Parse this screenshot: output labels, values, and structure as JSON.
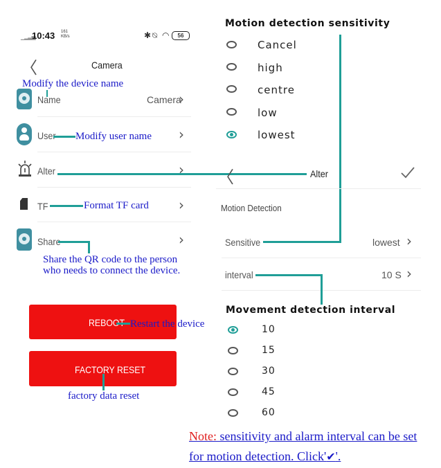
{
  "status_bar": {
    "time": "10:43",
    "net_speed_top": "161",
    "net_speed_bottom": "KB/s",
    "icons": [
      "bluetooth-icon",
      "mute-icon",
      "wifi-icon",
      "battery-icon"
    ],
    "battery": "56"
  },
  "left_screen": {
    "title": "Camera",
    "rows": [
      {
        "label": "Name",
        "value": "Camera",
        "icon": "camera-device-icon"
      },
      {
        "label": "User",
        "value": "",
        "icon": "user-icon"
      },
      {
        "label": "Alter",
        "value": "",
        "icon": "alarm-light-icon"
      },
      {
        "label": "TF",
        "value": "",
        "icon": "sd-card-icon"
      },
      {
        "label": "Share",
        "value": "",
        "icon": "share-camera-icon"
      }
    ],
    "reboot_label": "REBOOT",
    "factory_reset_label": "FACTORY RESET"
  },
  "annotations": {
    "modify_name": "Modify the device name",
    "modify_user": "Modify user name",
    "format_tf": "Format TF card",
    "share_line1": "Share the QR code to the person",
    "share_line2": "who needs to connect the device.",
    "restart": "Restart the device",
    "factory": "factory data reset"
  },
  "sensitivity_dialog": {
    "title": "Motion detection sensitivity",
    "options": [
      {
        "label": "Cancel",
        "selected": false
      },
      {
        "label": "high",
        "selected": false
      },
      {
        "label": "centre",
        "selected": false
      },
      {
        "label": "low",
        "selected": false
      },
      {
        "label": "lowest",
        "selected": true
      }
    ]
  },
  "alter_screen": {
    "title": "Alter",
    "section": "Motion Detection",
    "sensitive_label": "Sensitive",
    "sensitive_value": "lowest",
    "interval_label": "interval",
    "interval_value": "10 S"
  },
  "interval_dialog": {
    "title": "Movement detection interval",
    "options": [
      {
        "label": "10",
        "selected": true
      },
      {
        "label": "15",
        "selected": false
      },
      {
        "label": "30",
        "selected": false
      },
      {
        "label": "45",
        "selected": false
      },
      {
        "label": "60",
        "selected": false
      }
    ]
  },
  "note": {
    "prefix": "Note:",
    "line1": " sensitivity and alarm interval can be set",
    "line2_text": "for motion detection. Click'",
    "check": "✔",
    "line2_end": "'."
  },
  "colors": {
    "accent": "#1f9e97",
    "button": "#ee1111",
    "annotation": "#1a1ac8",
    "note_prefix": "#e02020"
  }
}
